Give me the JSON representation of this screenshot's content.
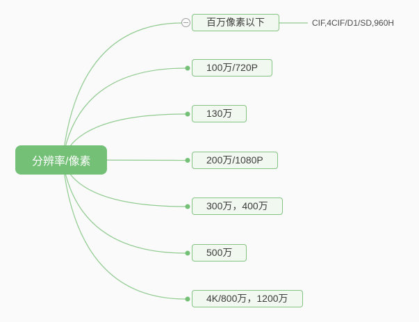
{
  "mindmap": {
    "root": {
      "label": "分辨率/像素"
    },
    "children": [
      {
        "label": "百万像素以下",
        "note": "CIF,4CIF/D1/SD,960H",
        "collapse_button": "minus"
      },
      {
        "label": "100万/720P"
      },
      {
        "label": "130万"
      },
      {
        "label": "200万/1080P"
      },
      {
        "label": "300万，400万"
      },
      {
        "label": "500万"
      },
      {
        "label": "4K/800万，1200万"
      }
    ],
    "colors": {
      "background": "#fafafa",
      "root_fill": "#74c077",
      "root_text": "#ffffff",
      "child_fill": "#f1f8ef",
      "child_border": "#82c382",
      "child_text": "#3b3b3b",
      "edge": "#8fca8f",
      "collapse_gray": "#9c9c9c",
      "note_text": "#4a4a4a"
    }
  }
}
